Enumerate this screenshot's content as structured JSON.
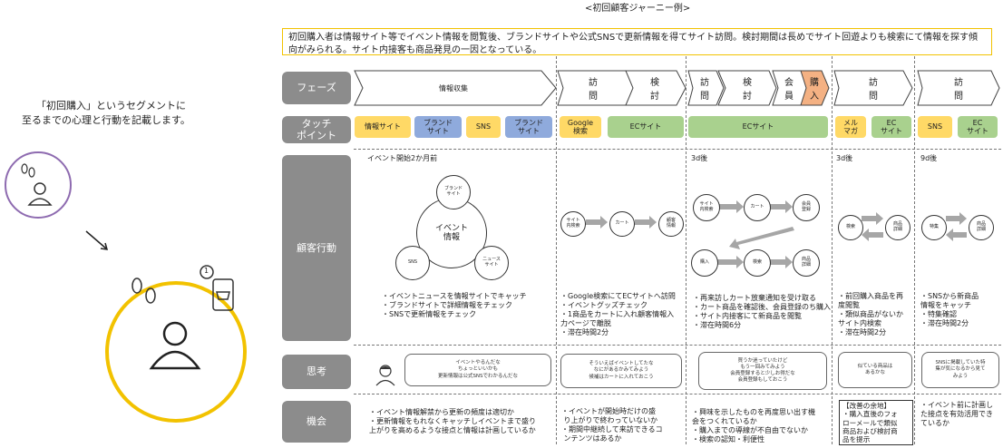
{
  "header": {
    "title": "<初回顧客ジャーニー例>",
    "summary": "初回購入者は情報サイト等でイベント情報を閲覧後、ブランドサイトや公式SNSで更新情報を得てサイト訪問。検討期間は長めでサイト回遊よりも検索にて情報を探す傾向がみられる。サイト内接客も商品発見の一因となっている。"
  },
  "left": {
    "caption_line1": "「初回購入」というセグメントに",
    "caption_line2": "至るまでの心理と行動を記載します。",
    "badge_number": "1"
  },
  "rows": {
    "phase": "フェーズ",
    "touch_line1": "タッチ",
    "touch_line2": "ポイント",
    "behavior": "顧客行動",
    "thought": "思考",
    "opportunity": "機会"
  },
  "phases": {
    "p1": "情報収集",
    "visit": "訪\n問",
    "consider": "検\n討",
    "member": "会\n員",
    "purchase": "購\n入",
    "visit3": "訪\n問",
    "visit4": "訪\n問"
  },
  "touchpoints": {
    "info1": "情報サイト",
    "brand1": "ブランド\nサイト",
    "sns1": "SNS",
    "brand2": "ブランド\nサイト",
    "google": "Google\n検索",
    "ec1": "ECサイト",
    "ec2": "ECサイト",
    "mailmag": "メル\nマガ",
    "ec3": "EC\nサイト",
    "sns2": "SNS",
    "ec4": "EC\nサイト"
  },
  "timing": {
    "t1": "イベント開始2か月前",
    "t2": "3d後",
    "t3": "3d後",
    "t4": "9d後"
  },
  "venn": {
    "center": "イベント\n情報",
    "top": "ブランド\nサイト",
    "left": "SNS",
    "right": "ニュース\nサイト"
  },
  "flow2": {
    "a": "サイト\n内検索",
    "b": "カート",
    "c": "顧客\n情報"
  },
  "flow3": {
    "a": "サイト\n内検索",
    "b": "カート",
    "c": "会員\n登録",
    "d": "購入",
    "e": "検索",
    "f": "商品\n詳細"
  },
  "flow4": {
    "a": "検索",
    "b": "商品\n詳細"
  },
  "flow5": {
    "a": "特集",
    "b": "商品\n詳細"
  },
  "behavior_text": {
    "c1": "・イベントニュースを情報サイトでキャッチ\n・ブランドサイトで詳細情報をチェック\n・SNSで更新情報をチェック",
    "c2": "・Google検索にてECサイトへ訪問\n・イベントグッズチェック\n・1商品をカートに入れ顧客情報入\n力ページで離脱\n・滞在時間2分",
    "c3": "・再来訪しカート放棄通知を受け取る\n・カート商品を確認後、会員登録のち購入\n・サイト内接客にて新商品を閲覧\n・滞在時間6分",
    "c4": "・前回購入商品を再\n度閲覧\n・類似商品がないか\nサイト内検索\n・滞在時間2分",
    "c5": "・SNSから新商品\n情報をキャッチ\n・特集確認\n・滞在時間2分"
  },
  "thoughts": {
    "c1": "イベントやるんだな\nちょっといいかも\n更新情報は公式SNSでわかるんだな",
    "c2": "そういえばイベントしてたな\nなにがあるかみてみよう\n候補はカートに入れておこう",
    "c3": "買うか迷っていたけど\nもう一回みてみよう\n会員登録すると少しお得だな\n会員登録もしておこう",
    "c4": "似ている商品は\nあるかな",
    "c5": "SNSに掲載していた特\n集が気になるから見て\nみよう"
  },
  "opportunities": {
    "c1": "・イベント情報解禁から更新の頻度は適切か\n・更新情報をもれなくキャッチしイベントまで盛り\n上がりを高めるような接点と情報は計画しているか",
    "c2": "・イベントが開始時だけの盛\n り上がりで終わっていないか\n・期間中継続して来訪できるコ\n ンテンツはあるか",
    "c3": "・興味を示したものを再度思い出す機\n会をつくれているか\n・購入までの導線が不自由でないか\n・検索の認知・利便性",
    "c4": "【改善の余地】\n・購入直後のフォ\nローメールで類似\n商品および検討商\n品を提示",
    "c5": "・イベント前に計画し\nた接点を有効活用でき\nているか"
  },
  "colors": {
    "label_gray": "#8c8c8c",
    "yellow": "#ffd966",
    "blue": "#8faadc",
    "green": "#a9d18e",
    "purchase": "#f4b183",
    "summary_border": "#f2c200",
    "circle1": "#8e6bb0",
    "circle2": "#f2c200"
  }
}
